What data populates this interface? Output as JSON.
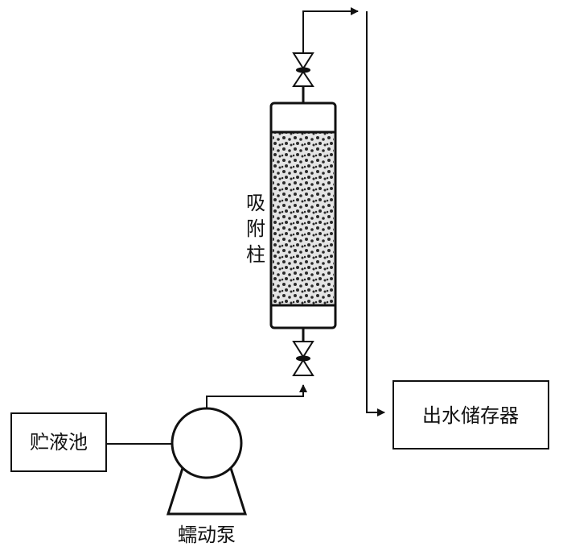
{
  "diagram": {
    "reservoir_label": "贮液池",
    "pump_label": "蠕动泵",
    "column_label": [
      "吸",
      "附",
      "柱"
    ],
    "outlet_label": "出水储存器"
  },
  "colors": {
    "line": "#111111",
    "packing_bg": "#e4e4e4",
    "packing_dot": "#2a2a2a"
  }
}
